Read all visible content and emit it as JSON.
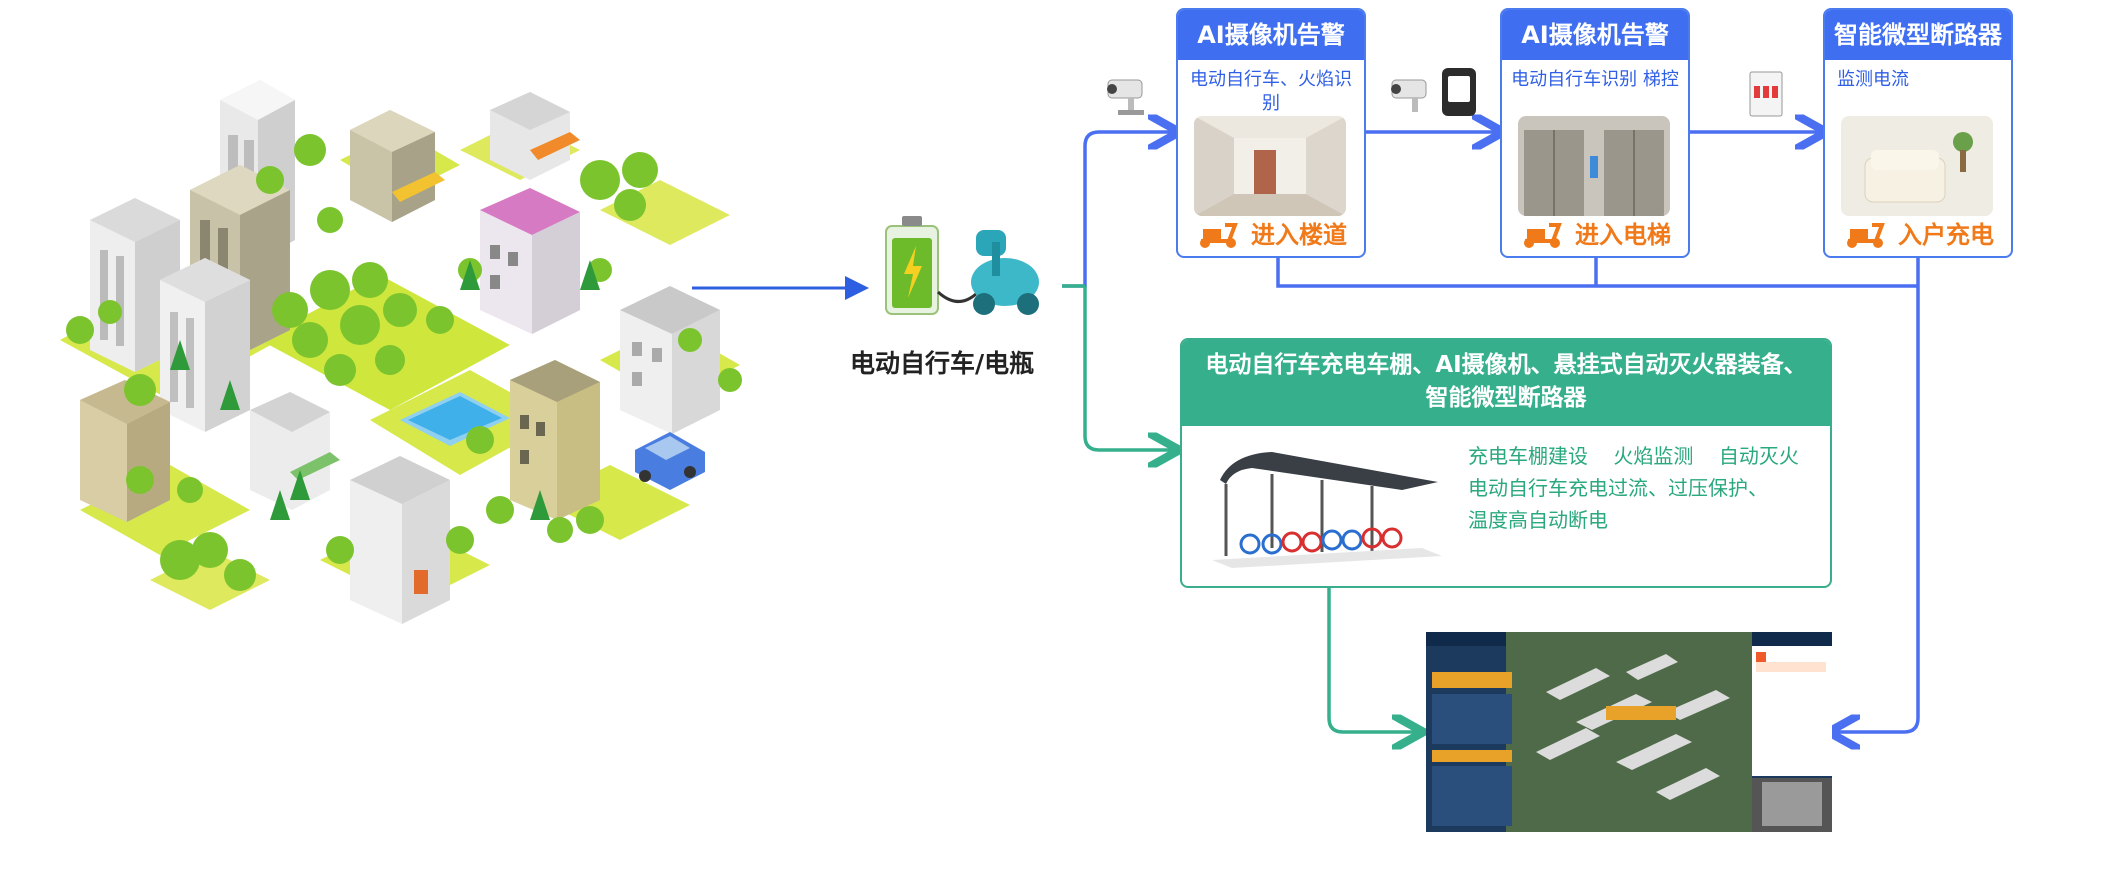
{
  "source_label": "电动自行车/电瓶",
  "cards": [
    {
      "title": "AI摄像机告警",
      "subtitle": "电动自行车、火焰识别",
      "footer": "进入楼道",
      "icon": "camera-icon"
    },
    {
      "title": "AI摄像机告警",
      "subtitle": "电动自行车识别  梯控",
      "footer": "进入电梯",
      "icon": "camera-access-controller-icon"
    },
    {
      "title": "智能微型断路器",
      "subtitle": "监测电流",
      "footer": "入户充电",
      "icon": "circuit-breaker-icon"
    }
  ],
  "charging_shed": {
    "title": "电动自行车充电车棚、AI摄像机、悬挂式自动灭火器装备、智能微型断路器",
    "features_line1": "充电车棚建设    火焰监测    自动灭火",
    "features_line2": "电动自行车充电过流、过压保护、",
    "features_line3": "温度高自动断电"
  },
  "colors": {
    "blue": "#3f6ff0",
    "green": "#36b08c",
    "orange": "#f07a1a"
  }
}
